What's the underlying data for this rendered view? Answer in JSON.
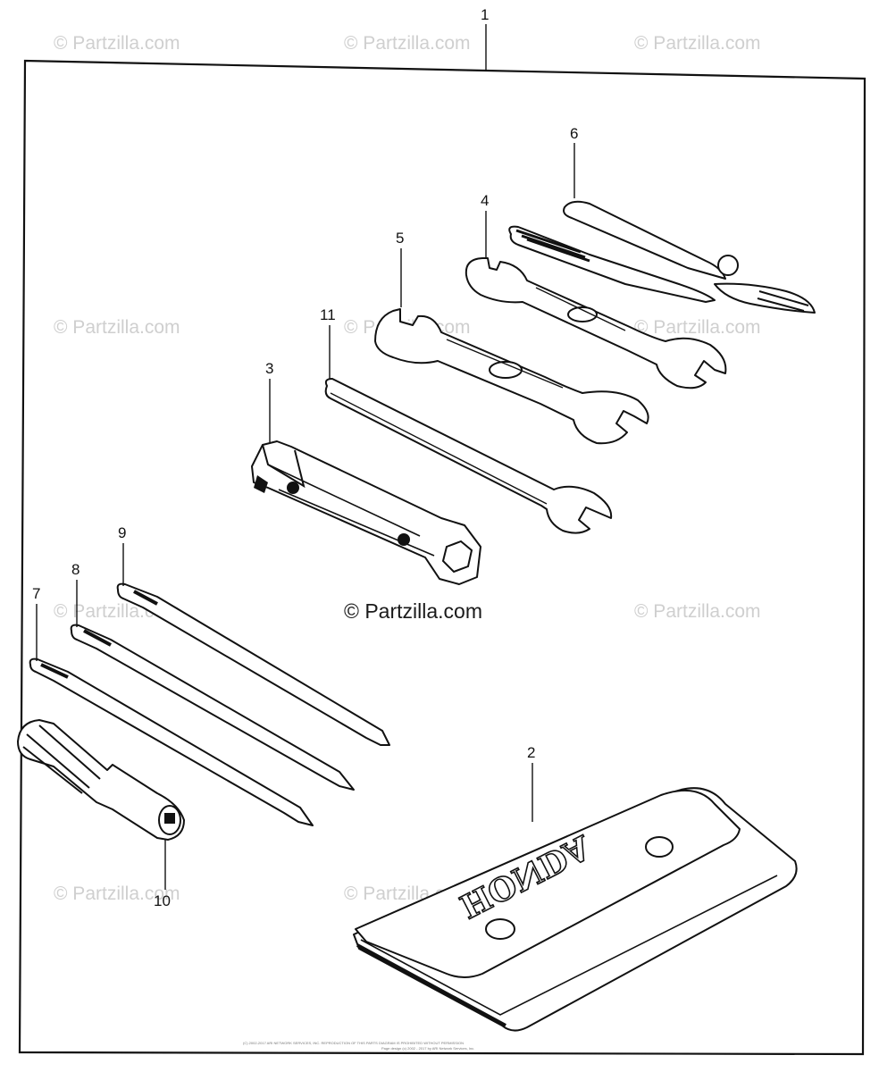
{
  "watermark_text": "© Partzilla.com",
  "center_watermark": "© Partzilla.com",
  "brand_text": "HONDA",
  "callouts": {
    "c1": "1",
    "c2": "2",
    "c3": "3",
    "c4": "4",
    "c5": "5",
    "c6": "6",
    "c7": "7",
    "c8": "8",
    "c9": "9",
    "c10": "10",
    "c11": "11"
  },
  "footer_line1": "(C) 2002-2017 ARI NETWORK SERVICES, INC. REPRODUCTION OF THIS PARTS DIAGRAM IS PROHIBITED WITHOUT PERMISSION",
  "footer_line2": "Page design (c) 2002 - 2017 by ARI Network Services, Inc."
}
